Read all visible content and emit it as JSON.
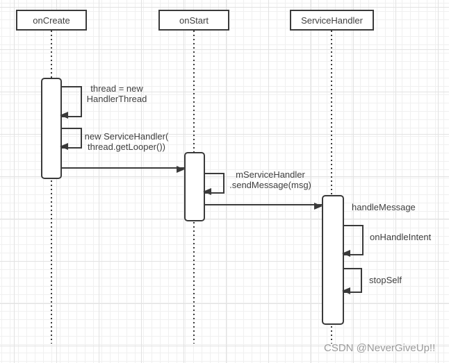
{
  "diagram": {
    "type": "uml-sequence",
    "actors": [
      {
        "name": "onCreate"
      },
      {
        "name": "onStart"
      },
      {
        "name": "ServiceHandler"
      }
    ],
    "messages": {
      "create_thread": {
        "kind": "self",
        "from": "onCreate",
        "lines": [
          "thread = new",
          "HandlerThread"
        ]
      },
      "new_service_handler": {
        "kind": "self",
        "from": "onCreate",
        "lines": [
          "new ServiceHandler(",
          "thread.getLooper())"
        ]
      },
      "oncreate_to_onstart": {
        "kind": "call",
        "from": "onCreate",
        "to": "onStart",
        "label": ""
      },
      "send_message": {
        "kind": "self",
        "from": "onStart",
        "lines": [
          "mServiceHandler",
          ".sendMessage(msg)"
        ]
      },
      "handle_message": {
        "kind": "call",
        "from": "onStart",
        "to": "ServiceHandler",
        "label": "handleMessage"
      },
      "on_handle_intent": {
        "kind": "self",
        "from": "ServiceHandler",
        "label": "onHandleIntent"
      },
      "stop_self": {
        "kind": "self",
        "from": "ServiceHandler",
        "label": "stopSelf"
      }
    },
    "watermark": "CSDN @NeverGiveUp!!",
    "colors": {
      "line": "#3a3a3a",
      "text": "#3f3f3f",
      "watermark": "#9b9b9b",
      "fill": "#ffffff",
      "grid_minor": "#f0f0f0",
      "grid_major": "#e2e2e2"
    }
  }
}
